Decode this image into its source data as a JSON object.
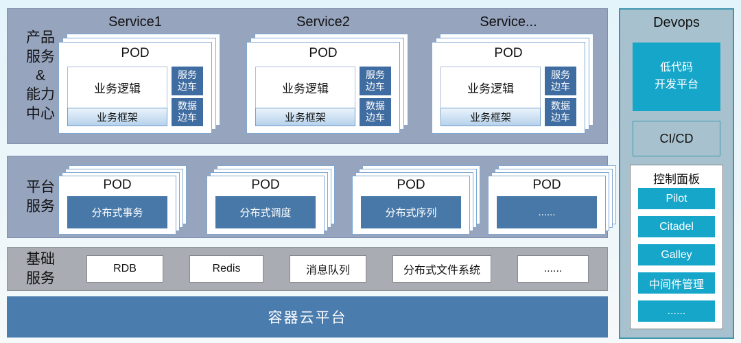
{
  "colors": {
    "band_blue_gray": "#96a4be",
    "band_gray": "#a9acb2",
    "steel_blue_box": "#4778a8",
    "sidecar_blue": "#406da1",
    "container_band_blue": "#4a7cae",
    "cyan_accent": "#16a6ca",
    "devops_panel_bg": "#a7c2ce",
    "devops_border": "#3e95ae",
    "pod_card_border": "#7fa8d2"
  },
  "band1": {
    "label": "产品\n服务\n&\n能力\n中心",
    "services": [
      {
        "title": "Service1",
        "pod_label": "POD",
        "logic": "业务逻辑",
        "framework": "业务框架",
        "sidecars": [
          "服务\n边车",
          "数据\n边车"
        ]
      },
      {
        "title": "Service2",
        "pod_label": "POD",
        "logic": "业务逻辑",
        "framework": "业务框架",
        "sidecars": [
          "服务\n边车",
          "数据\n边车"
        ]
      },
      {
        "title": "Service...",
        "pod_label": "POD",
        "logic": "业务逻辑",
        "framework": "业务框架",
        "sidecars": [
          "服务\n边车",
          "数据\n边车"
        ]
      }
    ]
  },
  "band2": {
    "label": "平台\n服务",
    "pods": [
      {
        "pod_label": "POD",
        "label": "分布式事务"
      },
      {
        "pod_label": "POD",
        "label": "分布式调度"
      },
      {
        "pod_label": "POD",
        "label": "分布式序列"
      },
      {
        "pod_label": "POD",
        "label": "......"
      }
    ]
  },
  "band3": {
    "label": "基础\n服务",
    "items": [
      "RDB",
      "Redis",
      "消息队列",
      "分布式文件系统",
      "......"
    ]
  },
  "band4": {
    "label": "容器云平台"
  },
  "devops": {
    "title": "Devops",
    "lowcode_label": "低代码\n开发平台",
    "cicd_label": "CI/CD",
    "control_panel": {
      "title": "控制面板",
      "buttons": [
        "Pilot",
        "Citadel",
        "Galley",
        "中间件管理",
        "......"
      ]
    }
  }
}
